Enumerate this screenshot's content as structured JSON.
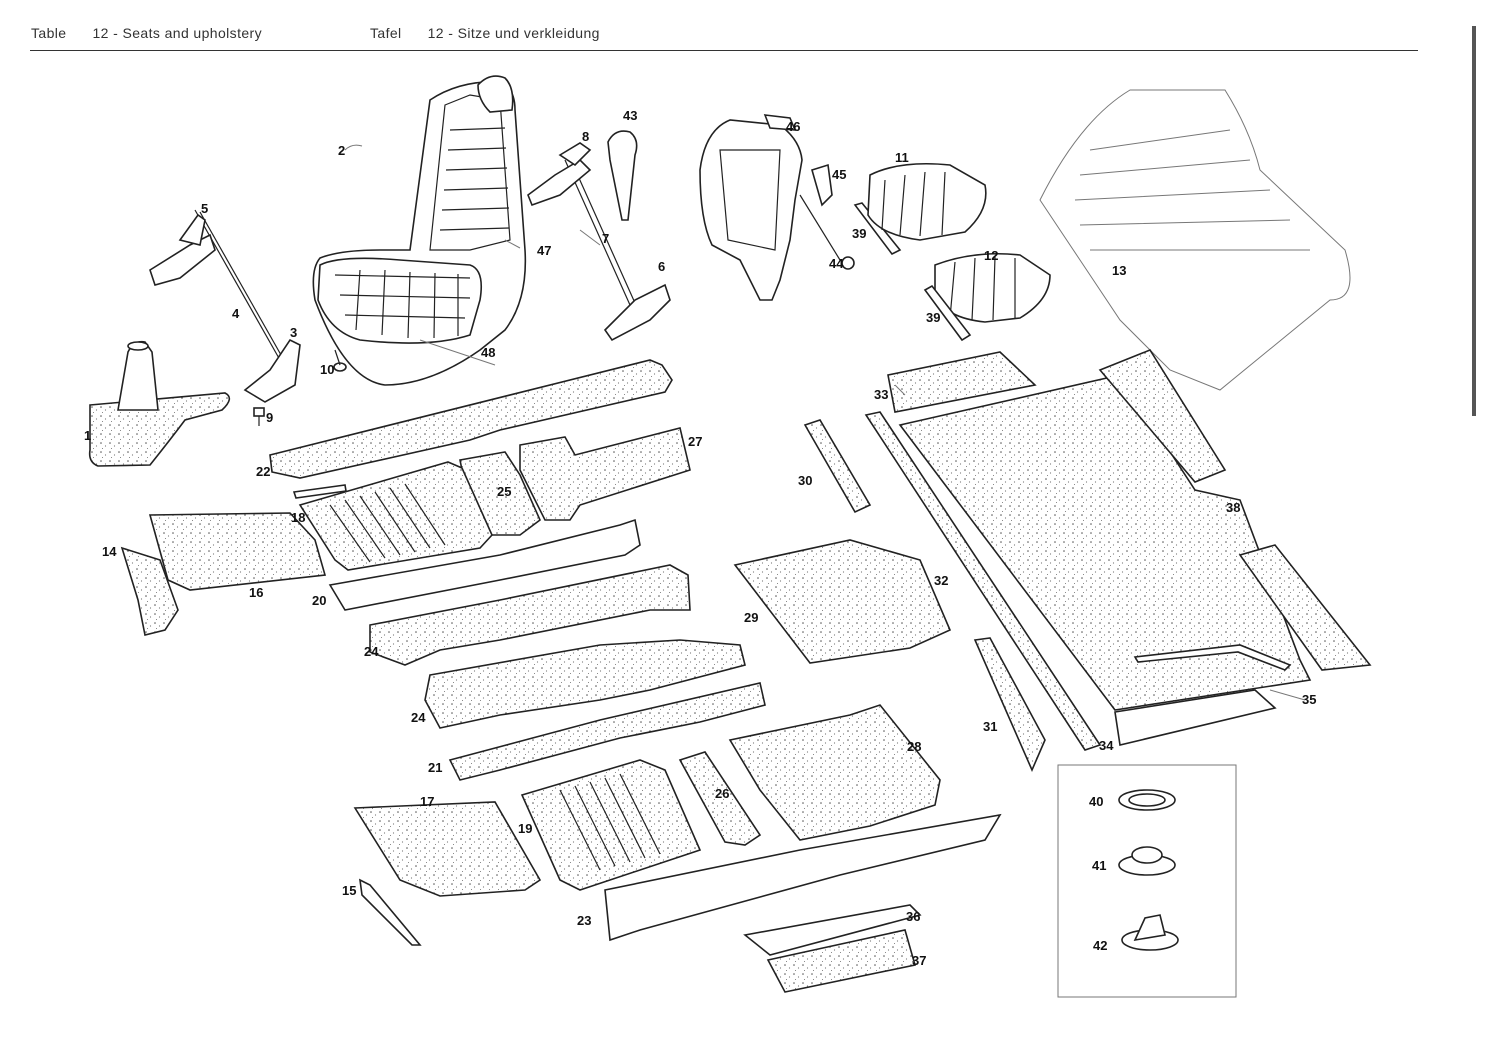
{
  "header": {
    "left_prefix": "Table",
    "left_title": "12 - Seats and upholstery",
    "right_prefix": "Tafel",
    "right_title": "12 - Sitze und verkleidung"
  },
  "callouts": [
    "1",
    "2",
    "3",
    "4",
    "5",
    "6",
    "7",
    "8",
    "9",
    "10",
    "11",
    "12",
    "13",
    "14",
    "15",
    "16",
    "17",
    "18",
    "19",
    "20",
    "21",
    "22",
    "23",
    "24",
    "24",
    "25",
    "26",
    "27",
    "28",
    "29",
    "30",
    "31",
    "32",
    "33",
    "34",
    "35",
    "36",
    "37",
    "38",
    "39",
    "39",
    "40",
    "41",
    "42",
    "43",
    "44",
    "45",
    "46",
    "47",
    "48"
  ]
}
